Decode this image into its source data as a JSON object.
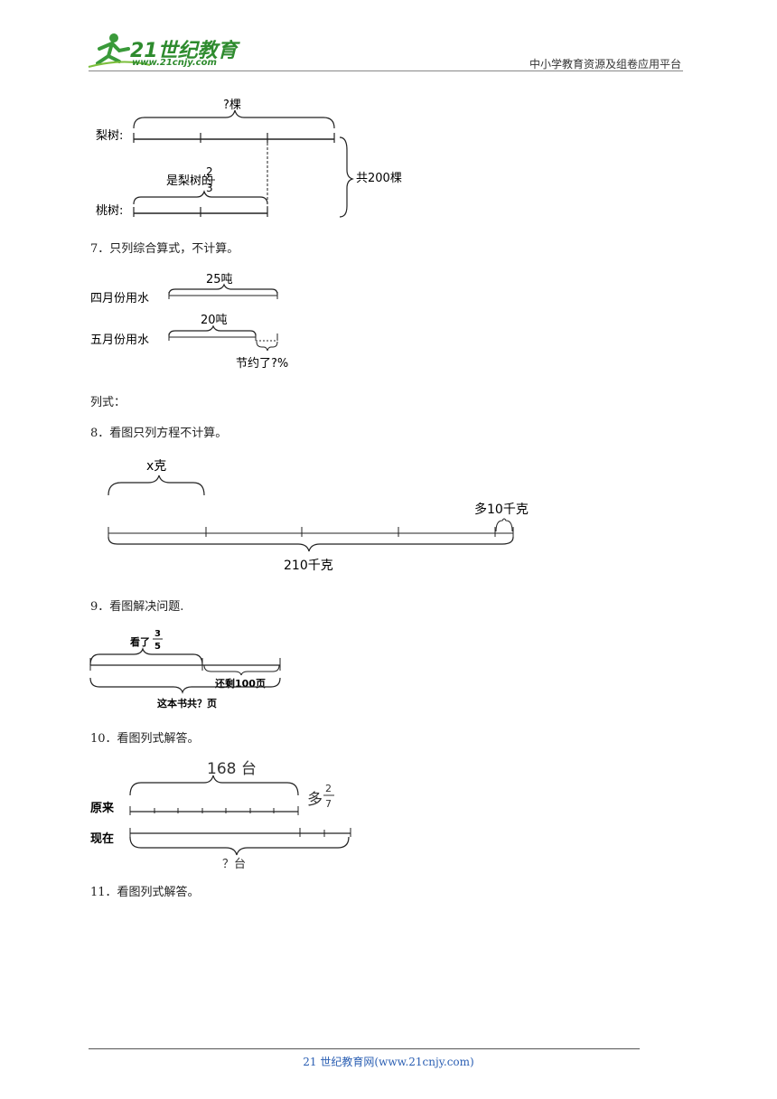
{
  "header": {
    "logo_main": "21世纪教育",
    "logo_url": "www.21cnjy.com",
    "platform": "中小学教育资源及组卷应用平台"
  },
  "fig6": {
    "top_label": "?棵",
    "row1": "梨树:",
    "frac_prefix": "是梨树的",
    "frac_num": "2",
    "frac_den": "3",
    "row2": "桃树:",
    "total": "共200棵"
  },
  "q7": {
    "title": "7．只列综合算式，不计算。",
    "row1": "四月份用水",
    "label1": "25吨",
    "row2": "五月份用水",
    "label2": "20吨",
    "saved": "节约了?%",
    "formula": "列式："
  },
  "q8": {
    "title": "8．看图只列方程不计算。",
    "top_label": "x克",
    "extra": "多10千克",
    "total": "210千克"
  },
  "q9": {
    "title": "9．看图解决问题.",
    "read_prefix": "看了",
    "frac_num": "3",
    "frac_den": "5",
    "remain": "还剩100页",
    "total": "这本书共？页"
  },
  "q10": {
    "title": "10．看图列式解答。",
    "top_label": "168 台",
    "row1": "原来",
    "more": "多",
    "frac_num": "2",
    "frac_den": "7",
    "row2": "现在",
    "bottom": "？台"
  },
  "q11": {
    "title": "11．看图列式解答。"
  },
  "footer": {
    "text": "21 世纪教育网(www.21cnjy.com)"
  }
}
